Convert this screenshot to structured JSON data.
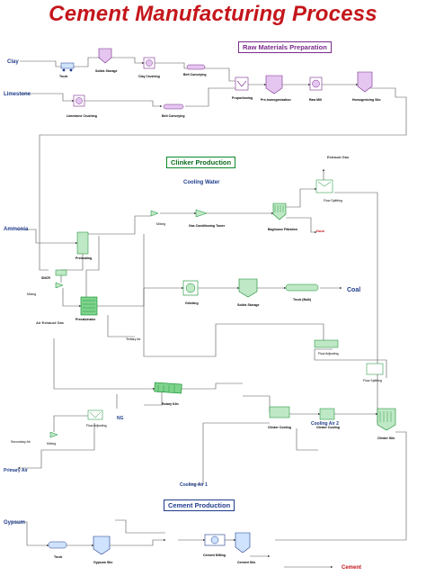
{
  "title": "Cement Manufacturing Process",
  "sections": {
    "raw": "Raw Materials Preparation",
    "clinker": "Clinker Production",
    "cement": "Cement Production"
  },
  "inputs": {
    "clay": "Clay",
    "limestone": "Limestone",
    "cooling_water": "Cooling Water",
    "ammonia": "Ammonia",
    "coal": "Coal",
    "exhaust_gas": "Exhaust Gas",
    "cooling_air_2": "Cooling Air 2",
    "cooling_air_1": "Cooling Air 1",
    "primary_air": "Primary Air",
    "gypsum": "Gypsum",
    "cement": "Cement",
    "dust": "Dust",
    "ng": "NG",
    "air_exhaust_gas": "Air Exhaust Gas"
  },
  "units": {
    "truck1": "Truck",
    "solids_storage1": "Solids Storage",
    "clay_crushing": "Clay Crushing",
    "belt_conveying1": "Belt Conveying",
    "proportioning": "Proportioning",
    "pre_homogenization": "Pre-homogenization",
    "raw_mill": "Raw Mill",
    "homogenizing_silo": "Homogenizing Silo",
    "limestone_crushing": "Limestone Crushing",
    "belt_conveying2": "Belt Conveying",
    "mixing1": "Mixing",
    "gas_conditioning_tower": "Gas Conditioning Tower",
    "baghouse_filtration": "Baghouse Filtration",
    "flow_splitting1": "Flow Splitting",
    "preheating": "Preheating",
    "sncr": "SNCR",
    "mixing2": "Mixing",
    "precalcinator": "Precalcinator",
    "grinding": "Grinding",
    "solids_storage2": "Solids Storage",
    "truck_bulk": "Truck (Bulk)",
    "flow_adjusting1": "Flow Adjusting",
    "rotary_kiln": "Rotary Kiln",
    "flow_splitting2": "Flow Splitting",
    "flow_adjusting2": "Flow Adjusting",
    "mixing3": "Mixing",
    "clinker_cooling1": "Clinker Cooling",
    "clinker_cooling2": "Clinker Cooling",
    "clinker_silo": "Clinker Silo",
    "truck2": "Truck",
    "gypsum_silo": "Gypsum Silo",
    "cement_milling": "Cement Milling",
    "cement_silo": "Cement Silo",
    "tertiary_air": "Tertiary Air",
    "secondary_air": "Secondary Air"
  },
  "colors": {
    "title": "#c4161c",
    "stream": "#555555",
    "feed": "#1f3c8c",
    "product": "#c4161c",
    "equipment_purple": "#7a2b8c",
    "equipment_green": "#0b8a2a"
  }
}
